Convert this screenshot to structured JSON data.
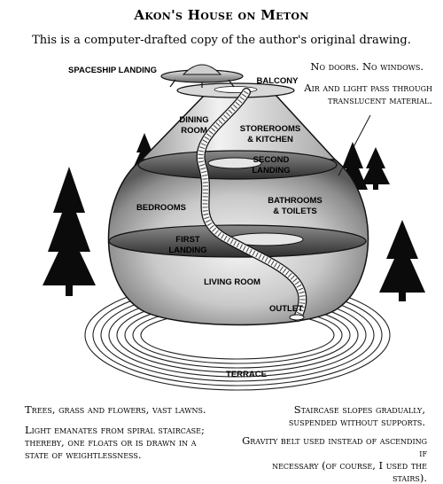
{
  "header": {
    "title": "Akon's House on Meton",
    "subtitle": "This is a computer-drafted copy of the author's original drawing."
  },
  "labels": {
    "spaceship_landing": "Spaceship Landing",
    "balcony": "Balcony",
    "dining_room": "Dining\nRoom",
    "storerooms_kitchen": "Storerooms\n& Kitchen",
    "second_landing": "Second\nLanding",
    "bedrooms": "Bedrooms",
    "bathrooms_toilets": "Bathrooms\n& Toilets",
    "first_landing": "First\nLanding",
    "living_room": "Living Room",
    "outlet": "Outlet",
    "terrace": "Terrace"
  },
  "notes": {
    "no_doors": "No doors.  No windows.",
    "air_light": "Air and light pass through\ntranslucent material.",
    "trees": "Trees, grass and flowers, vast lawns.",
    "light_emanates": "Light emanates from spiral staircase;\nthereby, one floats or is drawn in a\nstate of weightlessness.",
    "staircase": "Staircase slopes gradually,\nsuspended without supports.",
    "gravity_belt": "Gravity belt used instead of ascending if\nnecessary (of course, I used the stairs)."
  }
}
